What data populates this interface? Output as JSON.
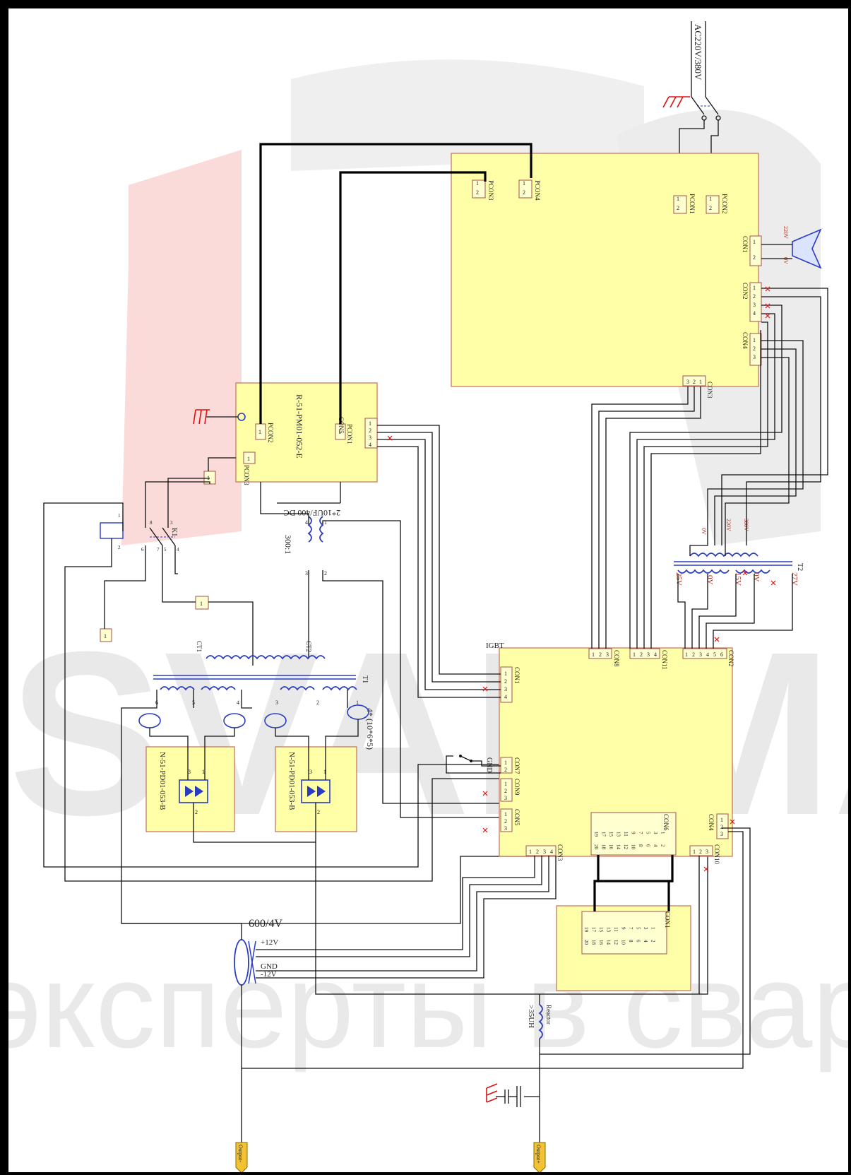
{
  "watermark": {
    "main": "SVARMA",
    "sub": "эксперты в свар",
    "colors": {
      "light_red": "#fbdada",
      "light_gray": "#e9e9e9"
    }
  },
  "mains_label": "AC220V/380V",
  "boards": {
    "power_board": {
      "connectors": [
        "PCON1",
        "PCON2",
        "PCON3",
        "PCON4",
        "CON1",
        "CON2",
        "CON3",
        "CON4"
      ],
      "pins": {
        "PCON1": [
          "1",
          "2"
        ],
        "PCON2": [
          "1",
          "2"
        ],
        "PCON3": [
          "1",
          "2"
        ],
        "PCON4": [
          "1",
          "2"
        ],
        "CON1": [
          "1",
          "2"
        ],
        "CON2": [
          "1",
          "2",
          "3",
          "4"
        ],
        "CON3": [
          "1",
          "2",
          "3"
        ],
        "CON4": [
          "1",
          "2",
          "3"
        ]
      },
      "labels": {
        "v220": "220V",
        "v0": "0V"
      }
    },
    "pm_board": {
      "title": "R-51-PM01-052-E",
      "connectors": [
        "PCON2",
        "PCON1",
        "CON5",
        "PCON3"
      ],
      "pins": {
        "CON5": [
          "1",
          "2",
          "3",
          "4"
        ],
        "PCON2": [
          "1"
        ],
        "PCON1": [
          "1"
        ],
        "PCON3": [
          "1"
        ]
      }
    },
    "pd_left": {
      "title": "N-51-PD01-053-B",
      "pins": [
        "3",
        "1",
        "2"
      ]
    },
    "pd_right": {
      "title": "N-51-PD01-053-B",
      "pins": [
        "3",
        "1",
        "2"
      ]
    },
    "main_board": {
      "label": "IGBT",
      "connectors": [
        "CON1",
        "CON7",
        "CON9",
        "CON5",
        "CON3",
        "CON8",
        "CON11",
        "CON2",
        "CON4",
        "CON10",
        "CON6"
      ],
      "pins": {
        "CON1": [
          "1",
          "2",
          "3",
          "4"
        ],
        "CON7": [
          "1",
          "2"
        ],
        "CON9": [
          "1",
          "2",
          "3"
        ],
        "CON5": [
          "1",
          "2",
          "3"
        ],
        "CON3": [
          "1",
          "2",
          "3",
          "4"
        ],
        "CON8": [
          "1",
          "2",
          "3"
        ],
        "CON11": [
          "1",
          "2",
          "3",
          "4"
        ],
        "CON2": [
          "1",
          "2",
          "3",
          "4",
          "5",
          "6"
        ],
        "CON4": [
          "1",
          "2",
          "3"
        ],
        "CON10": [
          "1",
          "2",
          "3"
        ]
      },
      "gnd_label": "GND"
    },
    "display_board": {
      "connector": "CON1",
      "pin_rows": [
        [
          "1",
          "2"
        ],
        [
          "3",
          "4"
        ],
        [
          "5",
          "6"
        ],
        [
          "7",
          "8"
        ],
        [
          "9",
          "10"
        ],
        [
          "11",
          "12"
        ],
        [
          "13",
          "14"
        ],
        [
          "15",
          "16"
        ],
        [
          "17",
          "18"
        ],
        [
          "19",
          "20"
        ]
      ]
    }
  },
  "con6_pin_rows": [
    [
      "1",
      "2"
    ],
    [
      "3",
      "4"
    ],
    [
      "5",
      "6"
    ],
    [
      "7",
      "8"
    ],
    [
      "9",
      "10"
    ],
    [
      "11",
      "12"
    ],
    [
      "13",
      "14"
    ],
    [
      "15",
      "16"
    ],
    [
      "17",
      "18"
    ],
    [
      "19",
      "20"
    ]
  ],
  "components": {
    "k1": {
      "label": "K1",
      "pins": [
        "1",
        "2",
        "3",
        "4",
        "5",
        "6",
        "7",
        "8"
      ]
    },
    "cap_label": "2*10UF/400 DC",
    "ct": {
      "ratio": "300:1",
      "pins": [
        "1",
        "2",
        "3",
        "4"
      ]
    },
    "t1": {
      "label": "T1",
      "ct_labels": [
        "CT1",
        "CT2"
      ],
      "pins": [
        "1",
        "2",
        "3",
        "4",
        "5",
        "6"
      ],
      "core_note": "4* (10*6*5)"
    },
    "t2": {
      "label": "T2",
      "primary": [
        "0V",
        "220V",
        "380V"
      ],
      "secondary": [
        "25V",
        "0V",
        "15V",
        "0V",
        "27V"
      ]
    },
    "hall": {
      "rating": "600/4V",
      "taps": [
        "+12V",
        "GND",
        "-12V"
      ]
    },
    "reactor": {
      "label": "Reactor",
      "value": ">35UH"
    },
    "relay_pads": [
      "1",
      "1",
      "1"
    ],
    "outputs": [
      "Output-",
      "Output+"
    ]
  }
}
